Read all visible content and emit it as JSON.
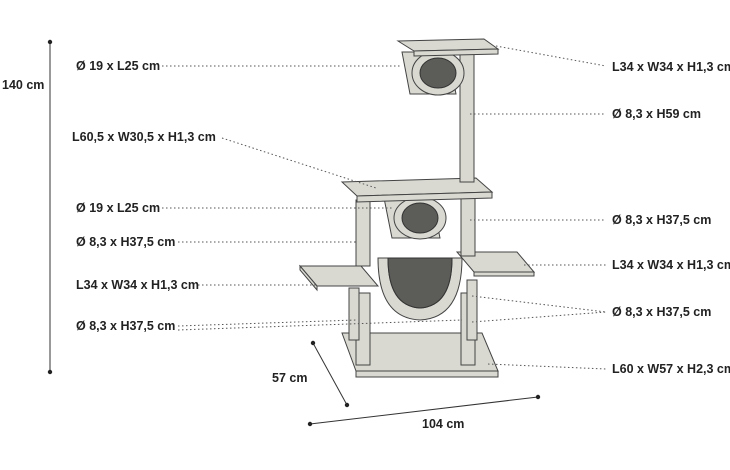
{
  "dimensions": {
    "height": "140 cm",
    "depth": "57 cm",
    "width": "104 cm"
  },
  "labels_left": [
    "Ø 19 x L25 cm",
    "L60,5 x W30,5 x H1,3 cm",
    "Ø 19 x L25 cm",
    "Ø 8,3 x H37,5 cm",
    "L34 x W34 x H1,3 cm",
    "Ø 8,3 x H37,5 cm"
  ],
  "labels_right": [
    "L34 x W34 x H1,3 cm",
    "Ø 8,3 x H59 cm",
    "Ø 8,3 x H37,5 cm",
    "L34 x W34 x H1,3 cm",
    "Ø 8,3 x H37,5 cm",
    "L60 x W57 x H2,3 cm"
  ],
  "colors": {
    "material": "#d9d9d2",
    "tube_interior": "#5c5c58",
    "outline": "#444444"
  }
}
